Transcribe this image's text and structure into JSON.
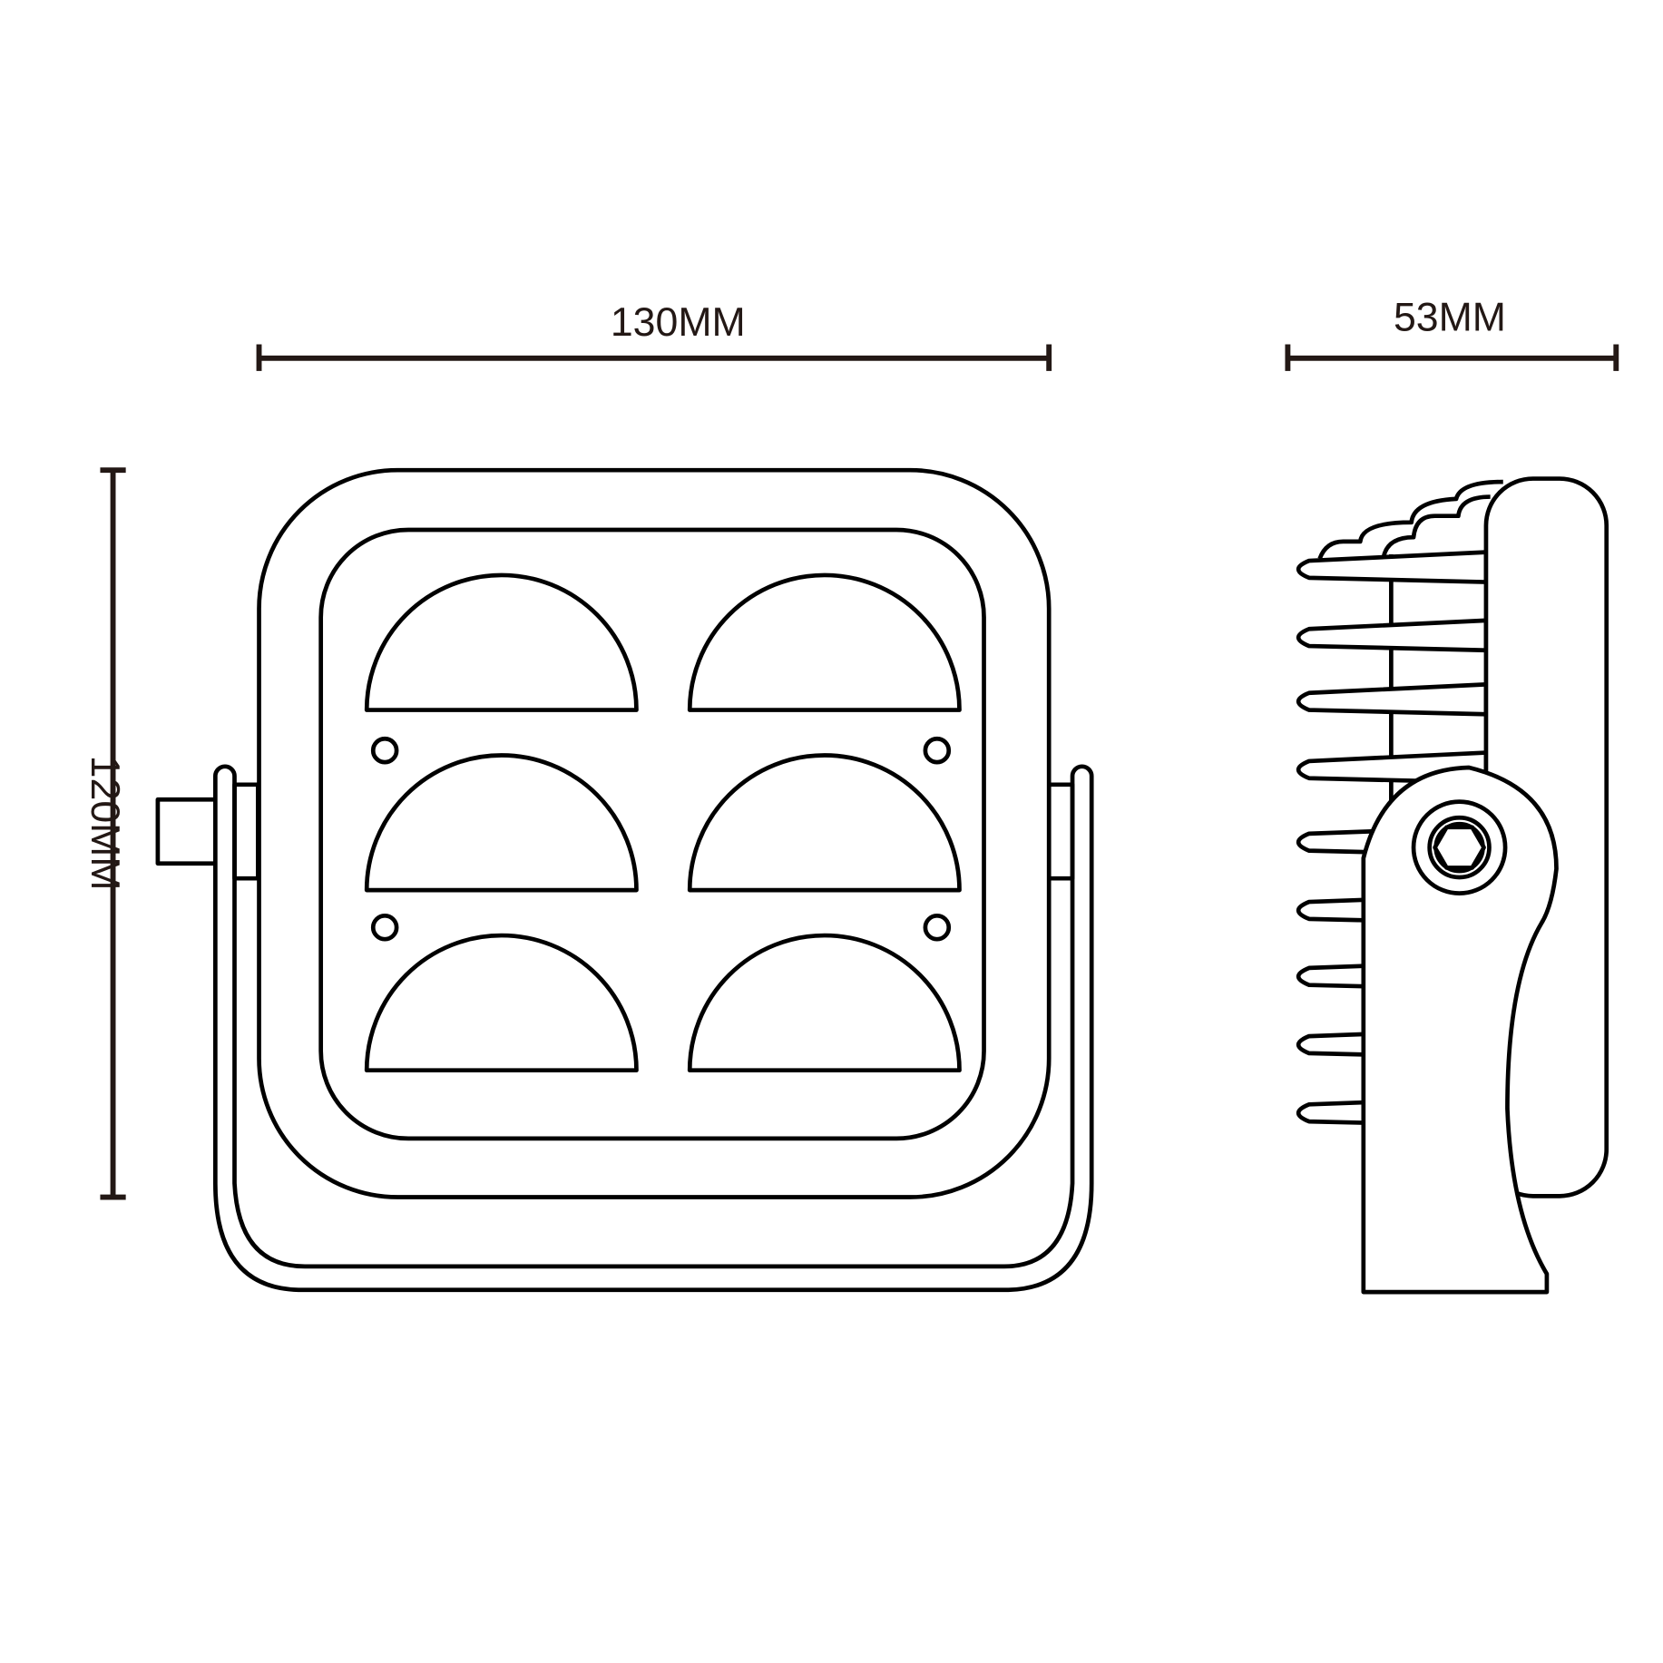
{
  "dimensions": {
    "width_label": "130MM",
    "height_label": "120MM",
    "depth_label": "53MM"
  },
  "colors": {
    "line": "#000000",
    "dimension": "#231815",
    "background": "#ffffff"
  }
}
